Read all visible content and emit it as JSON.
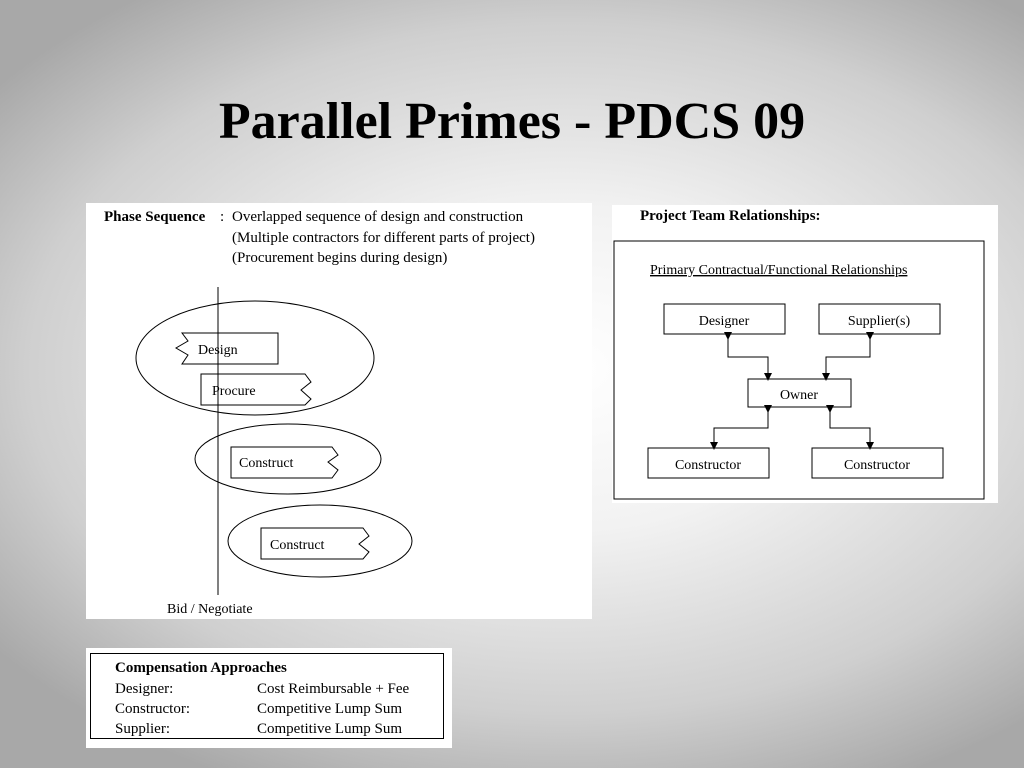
{
  "slide": {
    "title": "Parallel Primes - PDCS 09"
  },
  "phase": {
    "label": "Phase Sequence",
    "colon": ":",
    "lines": [
      "Overlapped sequence of design and construction",
      "(Multiple contractors for different parts of project)",
      "(Procurement begins during design)"
    ],
    "stages": {
      "design": "Design",
      "procure": "Procure",
      "construct_1": "Construct",
      "construct_2": "Construct"
    },
    "milestone": "Bid / Negotiate"
  },
  "team": {
    "heading": "Project Team Relationships:",
    "subheading": "Primary Contractual/Functional Relationships",
    "nodes": {
      "designer": "Designer",
      "suppliers": "Supplier(s)",
      "owner": "Owner",
      "constructor_left": "Constructor",
      "constructor_right": "Constructor"
    }
  },
  "compensation": {
    "heading": "Compensation Approaches",
    "rows": [
      {
        "role": "Designer:",
        "method": "Cost Reimbursable + Fee"
      },
      {
        "role": "Constructor:",
        "method": "Competitive Lump Sum"
      },
      {
        "role": "Supplier:",
        "method": "Competitive Lump Sum"
      }
    ]
  }
}
